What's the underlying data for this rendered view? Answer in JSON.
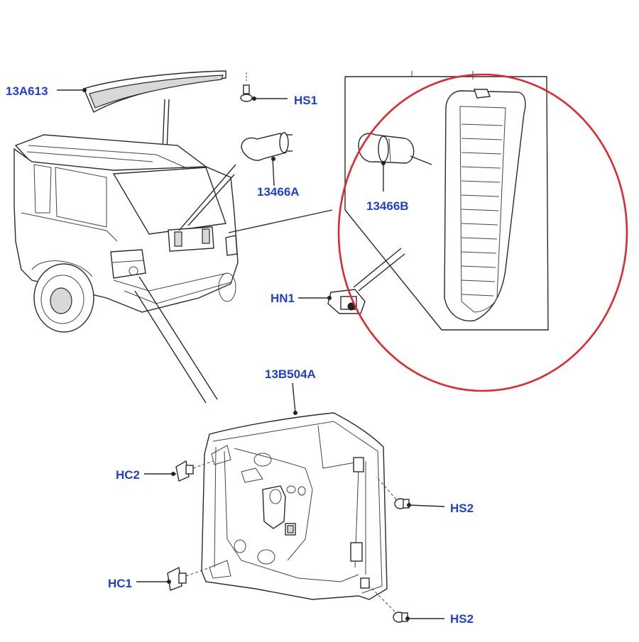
{
  "diagram": {
    "callouts": [
      {
        "id": "13A613",
        "text": "13A613"
      },
      {
        "id": "HS1",
        "text": "HS1"
      },
      {
        "id": "13466A",
        "text": "13466A"
      },
      {
        "id": "13466B",
        "text": "13466B"
      },
      {
        "id": "HN1",
        "text": "HN1"
      },
      {
        "id": "13B504A",
        "text": "13B504A"
      },
      {
        "id": "HC2",
        "text": "HC2"
      },
      {
        "id": "HS2_top",
        "text": "HS2"
      },
      {
        "id": "HC1",
        "text": "HC1"
      },
      {
        "id": "HS2_bottom",
        "text": "HS2"
      }
    ],
    "highlight": {
      "color": "#e0282e",
      "shape": "ellipse"
    },
    "label_color": "#1f3fd1"
  }
}
